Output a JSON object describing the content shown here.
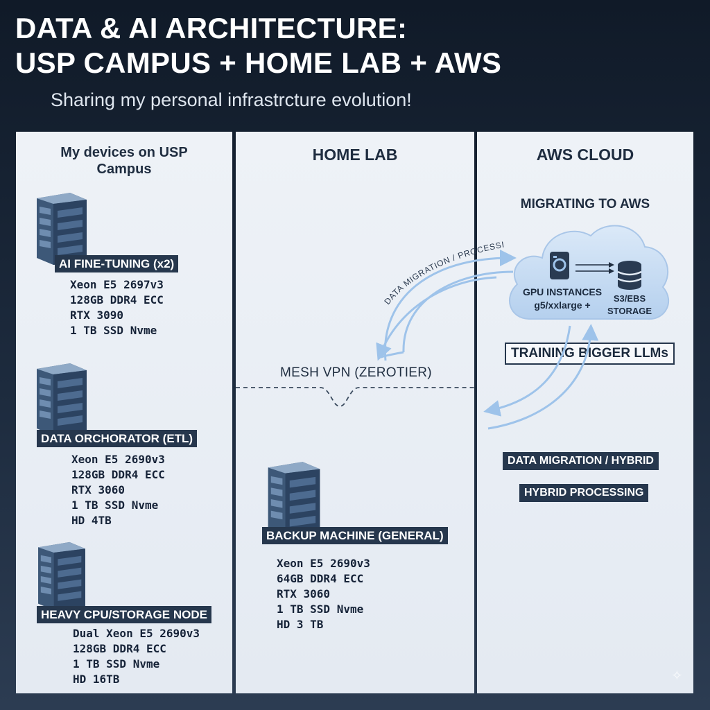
{
  "header": {
    "title_line1": "DATA & AI ARCHITECTURE:",
    "title_line2": "USP CAMPUS + HOME LAB + AWS",
    "subtitle": "Sharing my personal infrastrcture evolution!"
  },
  "campus": {
    "title": "My devices on USP Campus",
    "nodes": [
      {
        "label": "AI FINE-TUNING (x2)",
        "specs": [
          "Xeon E5 2697v3",
          "128GB DDR4 ECC",
          "RTX 3090",
          "1 TB SSD Nvme"
        ]
      },
      {
        "label": "DATA ORCHORATOR (ETL)",
        "specs": [
          "Xeon E5 2690v3",
          "128GB DDR4 ECC",
          "RTX 3060",
          "1 TB SSD Nvme",
          "HD 4TB"
        ]
      },
      {
        "label": "HEAVY CPU/STORAGE NODE",
        "specs": [
          "Dual Xeon E5 2690v3",
          "128GB DDR4 ECC",
          "1 TB SSD Nvme",
          "HD 16TB"
        ]
      }
    ]
  },
  "homelab": {
    "title": "HOME LAB",
    "arrow_label": "DATA MIGRATION / PROCESSING",
    "vpn_label": "MESH VPN (ZEROTIER)",
    "node": {
      "label": "BACKUP MACHINE (GENERAL)",
      "specs": [
        "Xeon E5 2690v3",
        "64GB DDR4 ECC",
        "RTX 3060",
        "1 TB SSD Nvme",
        "HD 3 TB"
      ]
    }
  },
  "aws": {
    "title": "AWS CLOUD",
    "subtitle": "MIGRATING TO AWS",
    "gpu_line1": "GPU INSTANCES",
    "gpu_line2": "g5/xxlarge +",
    "storage_line1": "S3/EBS",
    "storage_line2": "STORAGE",
    "training_label": "TRAINING BIGGER LLMs",
    "tag1": "DATA MIGRATION / HYBRID",
    "tag2": "HYBRID PROCESSING"
  },
  "colors": {
    "background": "#16223a",
    "panel": "#eef2f7",
    "label_bg": "#26374d",
    "arrow": "#9ec3ea",
    "cloud": "#c9def4"
  },
  "icons": [
    "server-icon",
    "gpu-chip-icon",
    "database-icon",
    "arrow-icon",
    "cloud-icon",
    "sparkle-icon"
  ]
}
